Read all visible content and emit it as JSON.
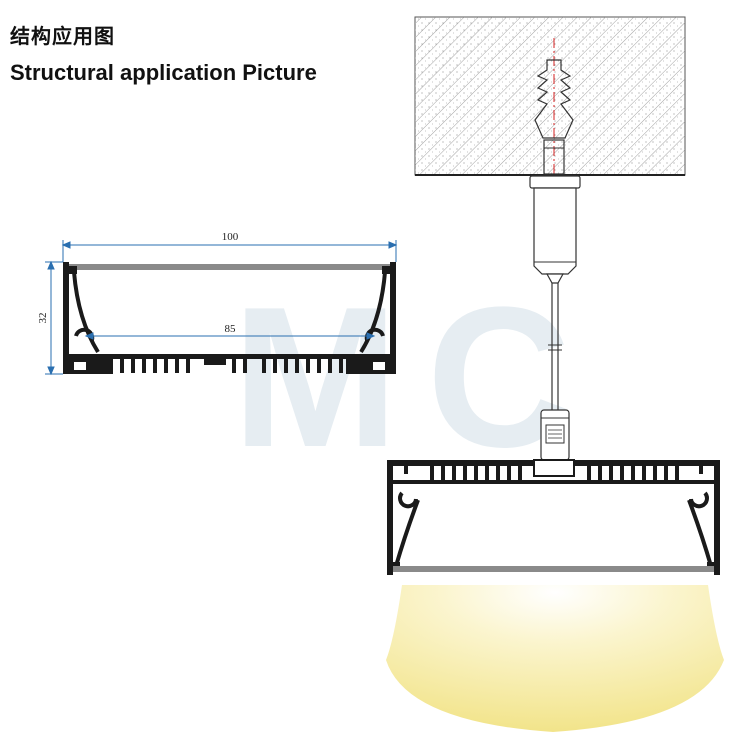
{
  "title_cn": "结构应用图",
  "title_en": "Structural application Picture",
  "watermark": "MC",
  "dimensions": {
    "width_outer": "100",
    "width_inner": "85",
    "height": "32"
  },
  "colors": {
    "profile": "#1a1a1a",
    "diffuser": "#8a8a8a",
    "dimension_line": "#2a6fb0",
    "center_line": "#d42020",
    "light_warm": "#f7eda0",
    "watermark": "#e6edf2"
  }
}
